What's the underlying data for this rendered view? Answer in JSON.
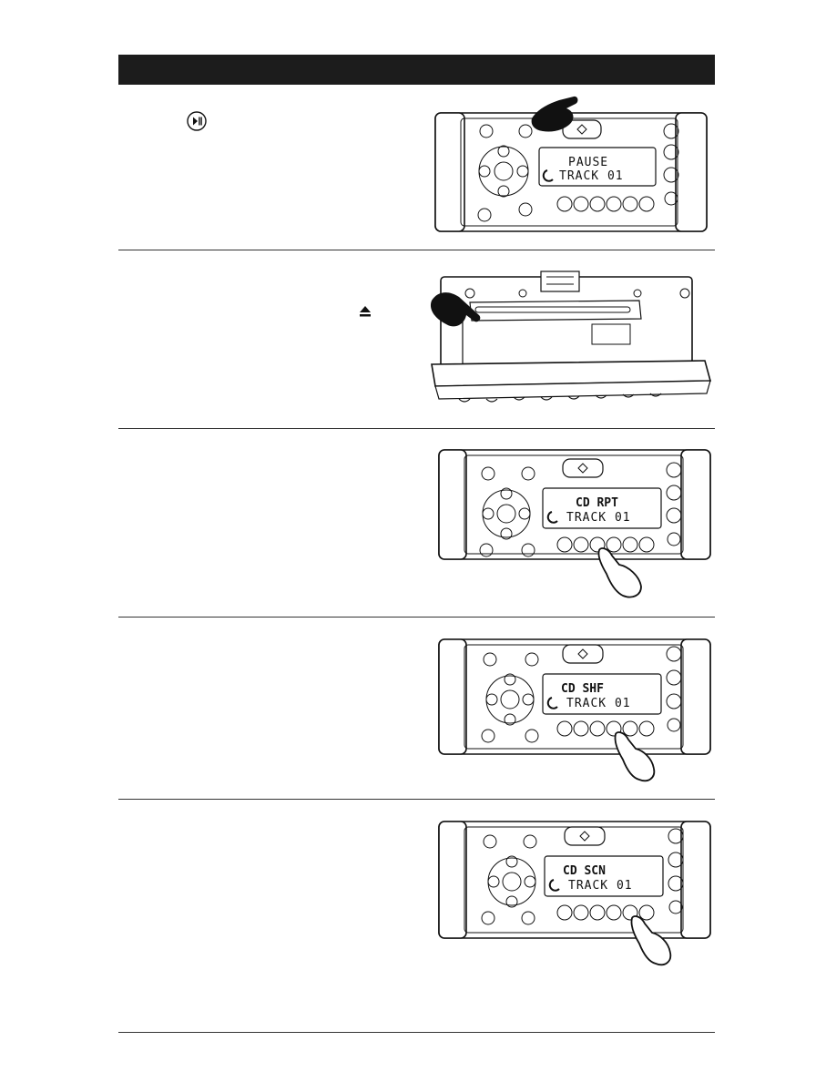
{
  "icons": {
    "play_pause": "play-pause-icon",
    "eject": "eject-icon"
  },
  "figures": [
    {
      "line1": "PAUSE",
      "line2": "TRACK 01"
    },
    {
      "line1": "",
      "line2": ""
    },
    {
      "line1": "CD   RPT",
      "line2": "TRACK 01"
    },
    {
      "line1": "CD   SHF",
      "line2": "TRACK 01"
    },
    {
      "line1": "CD   SCN",
      "line2": "TRACK 01"
    }
  ]
}
